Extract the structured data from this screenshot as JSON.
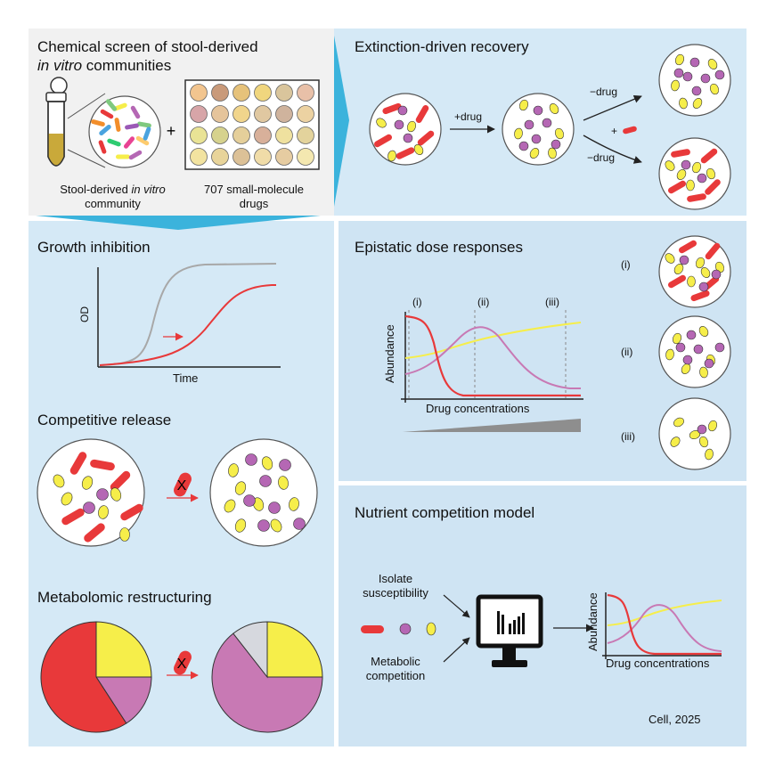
{
  "screen": {
    "title_line1": "Chemical screen of stool-derived",
    "title_line2_italic": "in vitro",
    "title_line2_rest": " communities",
    "community_label_pre": "Stool-derived ",
    "community_label_italic": "in vitro",
    "community_label_line2": "community",
    "drugs_label_line1": "707 small-molecule",
    "drugs_label_line2": "drugs",
    "plus": "+"
  },
  "extinction": {
    "title": "Extinction-driven recovery",
    "plus_drug": "+drug",
    "minus_drug_top": "−drug",
    "minus_drug_bottom": "−drug",
    "plus_symbol": "+"
  },
  "growth": {
    "title": "Growth inhibition",
    "ylabel": "OD",
    "xlabel": "Time"
  },
  "competitive": {
    "title": "Competitive release"
  },
  "metabolomic": {
    "title": "Metabolomic restructuring"
  },
  "epistatic": {
    "title": "Epistatic dose responses",
    "ylabel": "Abundance",
    "xlabel": "Drug concentrations",
    "marker_i": "(i)",
    "marker_ii": "(ii)",
    "marker_iii": "(iii)",
    "side_i": "(i)",
    "side_ii": "(ii)",
    "side_iii": "(iii)"
  },
  "nutrient": {
    "title": "Nutrient competition model",
    "isolate_line1": "Isolate",
    "isolate_line2": "susceptibility",
    "metabolic_line1": "Metabolic",
    "metabolic_line2": "competition",
    "ylabel": "Abundance",
    "xlabel": "Drug concentrations"
  },
  "citation": "Cell, 2025",
  "colors": {
    "red": "#e8393a",
    "yellow": "#f6ee4a",
    "purple": "#b567b4",
    "pink_slice": "#c879b4",
    "light_slice": "#d6d8de",
    "panel_blue": "#d5e9f6",
    "panel_blue2": "#cfe4f3",
    "grey_panel": "#f1f1f1",
    "arrow_cyan": "#3bb3dc"
  }
}
